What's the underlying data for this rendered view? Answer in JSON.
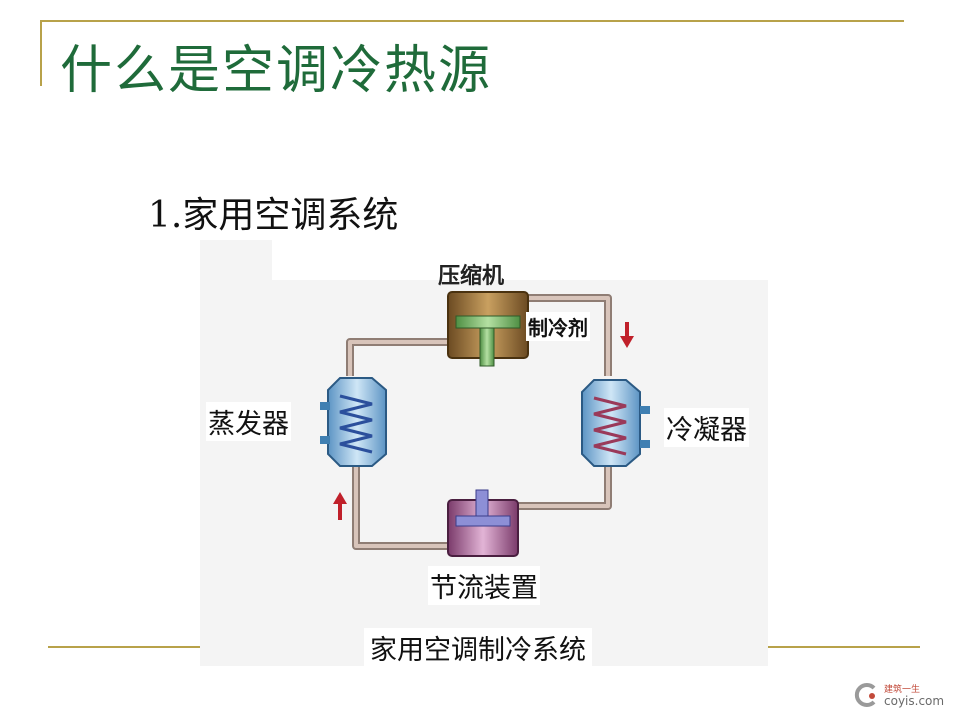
{
  "slide": {
    "title": "什么是空调冷热源",
    "section_heading": "1.家用空调系统"
  },
  "diagram": {
    "compressor_label": "压缩机",
    "refrigerant_label": "制冷剂",
    "evaporator_label": "蒸发器",
    "condenser_label": "冷凝器",
    "throttle_label": "节流装置",
    "caption": "家用空调制冷系统",
    "colors": {
      "pipe": "#b9a39a",
      "pipe_edge": "#8f7d74",
      "coil_shell": "#7fb3d8",
      "coil": "#2b4f9c",
      "compressor_body": "#8a6a3a",
      "piston": "#7bbf6a",
      "throttle_body": "#b07aa8",
      "flow_arrow": "#c0202a"
    }
  },
  "watermark": {
    "cn_text": "建筑一生",
    "en_text": "coyis.com",
    "accent": "#c24a3a"
  }
}
